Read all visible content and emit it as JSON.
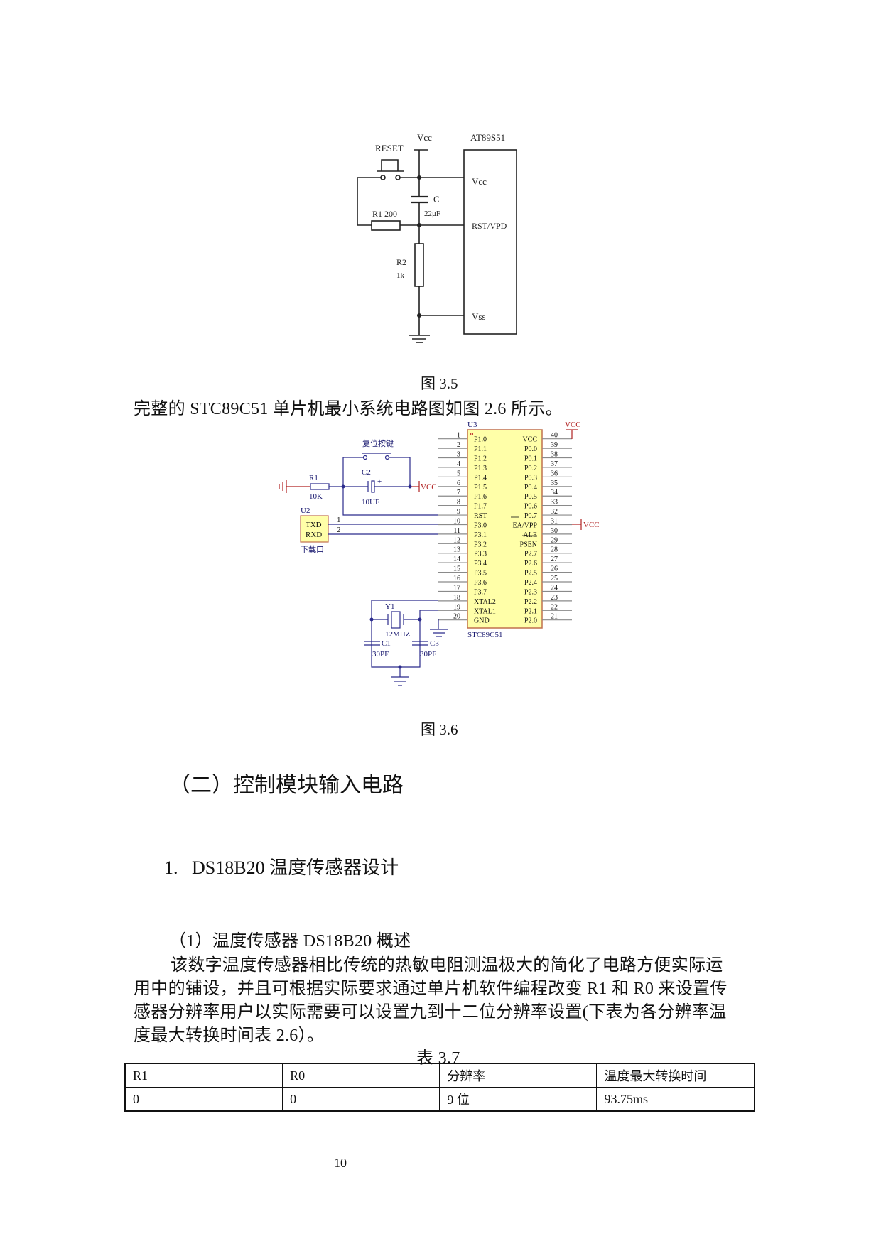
{
  "figure_3_5": {
    "chip_name": "AT89S51",
    "vcc_label": "Vcc",
    "reset_label": "RESET",
    "cap_label": "C",
    "cap_value": "22μF",
    "r1_label": "R1 200",
    "r2_label": "R2",
    "r2_value": "1k",
    "pin_vcc": "Vcc",
    "pin_rst": "RST/VPD",
    "pin_vss": "Vss",
    "caption": "图 3.5"
  },
  "intro_sentence": "完整的 STC89C51 单片机最小系统电路图如图 2.6 所示。",
  "figure_3_6": {
    "chip_ref": "U3",
    "chip_name": "STC89C51",
    "left_pins": [
      "P1.0",
      "P1.1",
      "P1.2",
      "P1.3",
      "P1.4",
      "P1.5",
      "P1.6",
      "P1.7",
      "RST",
      "P3.0",
      "P3.1",
      "P3.2",
      "P3.3",
      "P3.4",
      "P3.5",
      "P3.6",
      "P3.7",
      "XTAL2",
      "XTAL1",
      "GND"
    ],
    "left_numbers": [
      "1",
      "2",
      "3",
      "4",
      "5",
      "6",
      "7",
      "8",
      "9",
      "10",
      "11",
      "12",
      "13",
      "14",
      "15",
      "16",
      "17",
      "18",
      "19",
      "20"
    ],
    "right_pins": [
      "VCC",
      "P0.0",
      "P0.1",
      "P0.2",
      "P0.3",
      "P0.4",
      "P0.5",
      "P0.6",
      "P0.7",
      "EA/VPP",
      "ALE",
      "PSEN",
      "P2.7",
      "P2.6",
      "P2.5",
      "P2.4",
      "P2.3",
      "P2.2",
      "P2.1",
      "P2.0"
    ],
    "right_numbers": [
      "40",
      "39",
      "38",
      "37",
      "36",
      "35",
      "34",
      "33",
      "32",
      "31",
      "30",
      "29",
      "28",
      "27",
      "26",
      "25",
      "24",
      "23",
      "22",
      "21"
    ],
    "vcc_label": "VCC",
    "reset_button_label": "复位按键",
    "r1_label": "R1",
    "r1_value": "10K",
    "c2_label": "C2",
    "c2_value": "10UF",
    "c2_polarity": "+",
    "u2_ref": "U2",
    "u2_pins": [
      "TXD",
      "RXD"
    ],
    "u2_pin_numbers": [
      "1",
      "2"
    ],
    "u2_name": "下载口",
    "y1_label": "Y1",
    "y1_value": "12MHZ",
    "c1_label": "C1",
    "c3_label": "C3",
    "cap_value": "30PF",
    "caption": "图 3.6",
    "colors": {
      "wire": "#2b2b8c",
      "pin": "#8a8a8a",
      "power": "#b02020",
      "chip_fill": "#ffffa8",
      "chip_border": "#c0704d",
      "label": "#1a1a70"
    }
  },
  "section_heading": "（二）控制模块输入电路",
  "subsection_heading": "1.   DS18B20 温度传感器设计",
  "sub_sub_heading": "（1）温度传感器 DS18B20 概述",
  "paragraph_lines": [
    "该数字温度传感器相比传统的热敏电阻测温极大的简化了电路方便实际运",
    "用中的铺设，并且可根据实际要求通过单片机软件编程改变 R1 和 R0 来设置传",
    "感器分辨率用户以实际需要可以设置九到十二位分辨率设置(下表为各分辨率温",
    "度最大转换时间表 2.6）。"
  ],
  "table": {
    "caption": "表 3.7",
    "headers": [
      "R1",
      "R0",
      "分辨率",
      "温度最大转换时间"
    ],
    "rows": [
      [
        "0",
        "0",
        "9 位",
        "93.75ms"
      ]
    ]
  },
  "page_number": "10"
}
